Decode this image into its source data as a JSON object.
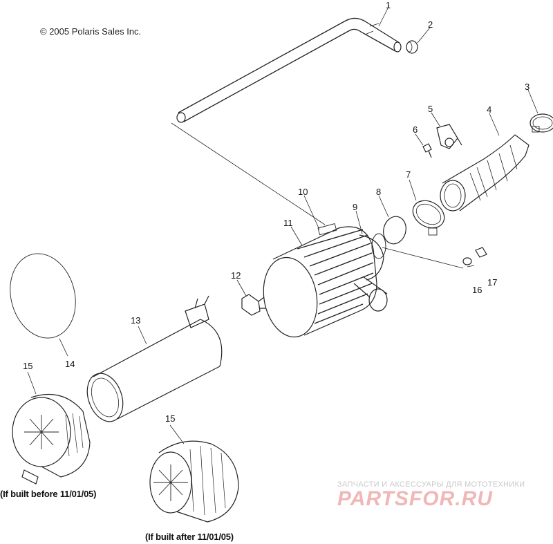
{
  "copyright": "© 2005 Polaris Sales Inc.",
  "callouts": [
    "1",
    "2",
    "3",
    "4",
    "5",
    "6",
    "7",
    "8",
    "9",
    "10",
    "11",
    "12",
    "13",
    "14",
    "15",
    "15",
    "16",
    "17"
  ],
  "captions": {
    "before": "(If built before 11/01/05)",
    "after": "(If built after 11/01/05)"
  },
  "watermark": {
    "tagline": "ЗАПЧАСТИ И АКСЕССУАРЫ ДЛЯ МОТОТЕХНИКИ",
    "logo": "PARTSFOR.RU"
  },
  "colors": {
    "line": "#222222",
    "watermark": "#f0b7b7"
  }
}
